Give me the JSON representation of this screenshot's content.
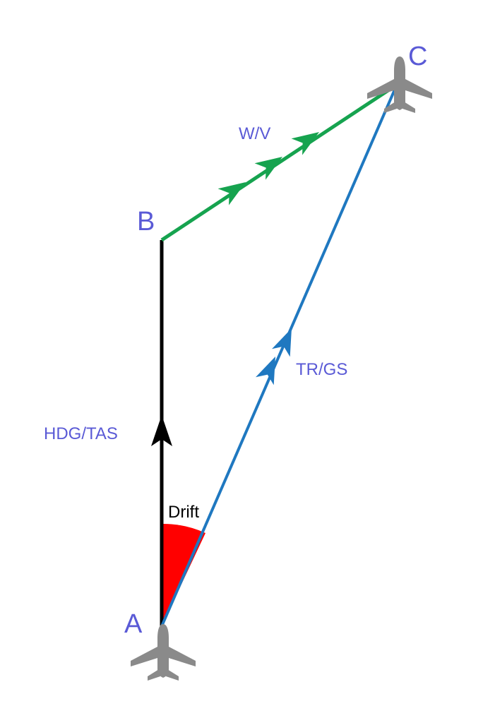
{
  "labels": {
    "point_a": "A",
    "point_b": "B",
    "point_c": "C",
    "heading_vector": "HDG/TAS",
    "wind_vector": "W/V",
    "track_vector": "TR/GS",
    "drift_angle": "Drift"
  },
  "colors": {
    "point_label": "#5a5ad6",
    "heading_vector": "#000000",
    "wind_vector": "#16a34f",
    "track_vector": "#1f78c0",
    "drift_wedge": "#ff0000",
    "aircraft": "#8a8a8a",
    "drift_label": "#000000"
  },
  "icons": {
    "aircraft_at_a": "airplane-icon",
    "aircraft_at_c": "airplane-icon"
  }
}
